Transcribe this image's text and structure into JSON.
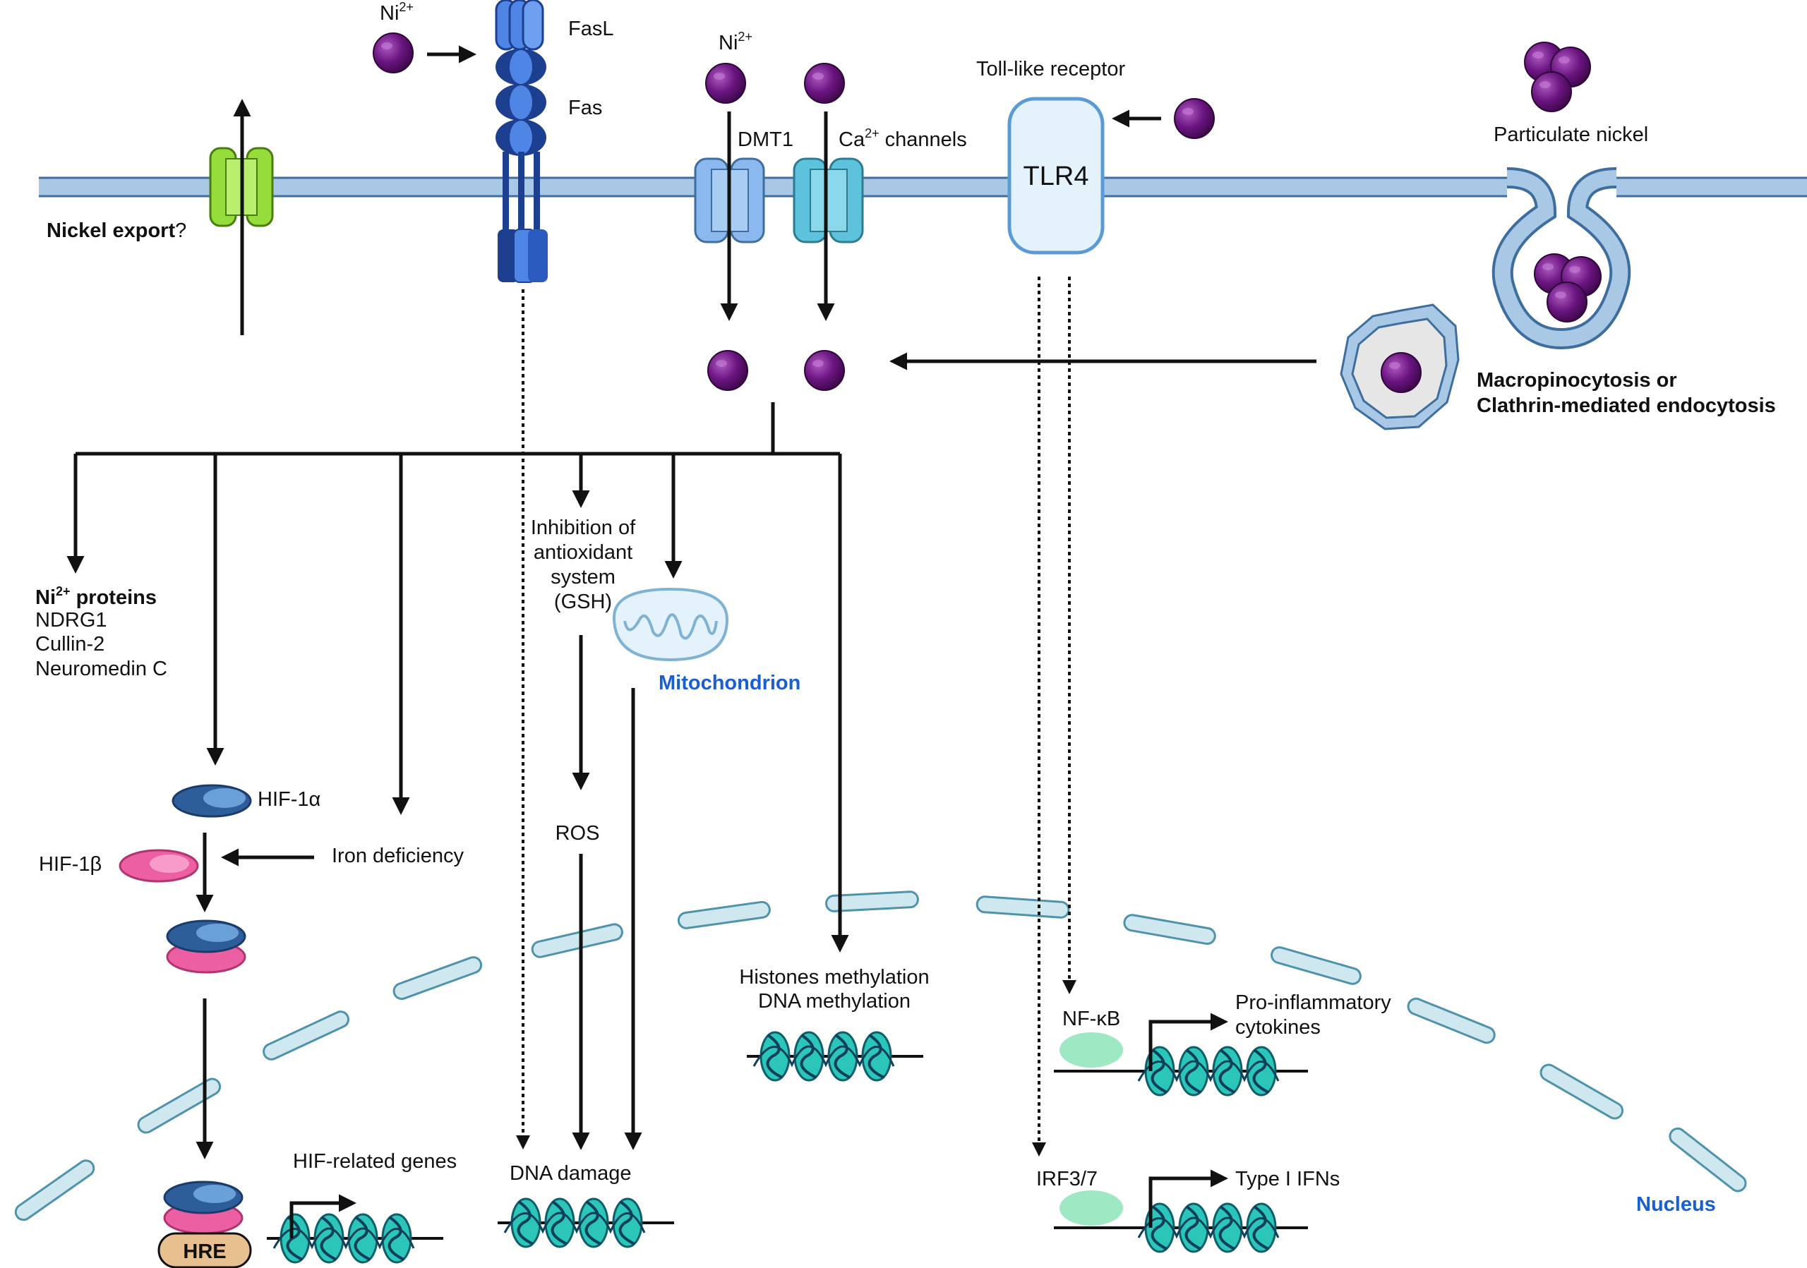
{
  "labels": {
    "ni_top": "Ni",
    "ni_top_sup": "2+",
    "fasl": "FasL",
    "fas": "Fas",
    "ni_dmt": "Ni",
    "ni_dmt_sup": "2+",
    "dmt1": "DMT1",
    "ca_pre": "Ca",
    "ca_sup": "2+",
    "ca_post": " channels",
    "tlr_title": "Toll-like receptor",
    "tlr4": "TLR4",
    "particulate": "Particulate nickel",
    "nickel_export": "Nickel export",
    "nickel_export_q": "?",
    "macro_1": "Macropinocytosis or",
    "macro_2": "Clathrin-mediated endocytosis",
    "ni_proteins": "Ni",
    "ni_proteins_sup": "2+",
    "ni_proteins_post": " proteins",
    "ndrg1": "NDRG1",
    "cullin": "Cullin-2",
    "neuromedin": "Neuromedin C",
    "inhib_1": "Inhibition of",
    "inhib_2": "antioxidant",
    "inhib_3": "system",
    "inhib_4": "(GSH)",
    "mitochondrion": "Mitochondrion",
    "hif1a": "HIF-1α",
    "hif1b": "HIF-1β",
    "iron": "Iron deficiency",
    "ros": "ROS",
    "histone_1": "Histones methylation",
    "histone_2": "DNA methylation",
    "nfkb": "NF-κB",
    "proinf_1": "Pro-inflammatory",
    "proinf_2": "cytokines",
    "hif_genes": "HIF-related genes",
    "dna_damage": "DNA damage",
    "irf": "IRF3/7",
    "type1": "Type I IFNs",
    "hre": "HRE",
    "nucleus": "Nucleus"
  },
  "colors": {
    "membrane": "#a9c8e6",
    "membrane_edge": "#3e6e9e",
    "nickel": "#5c0f6e",
    "nickel_light": "#9b3fae",
    "fas_dark": "#1c3f8f",
    "fas_light": "#4f86e6",
    "dmt1": "#8ab8ef",
    "ca_channel": "#5dc3dd",
    "export_channel": "#95dd3a",
    "tlr_fill": "#e4f2fb",
    "tlr_edge": "#5b9bd5",
    "nucleus_env": "#cfe8f0",
    "hif1a": "#2e5e99",
    "hif1b": "#ec5fa3",
    "hre": "#e8c08f",
    "nucleosome": "#2cc5b9",
    "transcription_factor": "#9fe8c4",
    "mito_text": "#1a5fcf"
  },
  "icons": [
    "nickel-ion",
    "fas-receptor",
    "dmt1-channel",
    "calcium-channel",
    "tlr4-receptor",
    "mitochondrion-icon",
    "nucleosome-icon",
    "endosome-icon"
  ]
}
